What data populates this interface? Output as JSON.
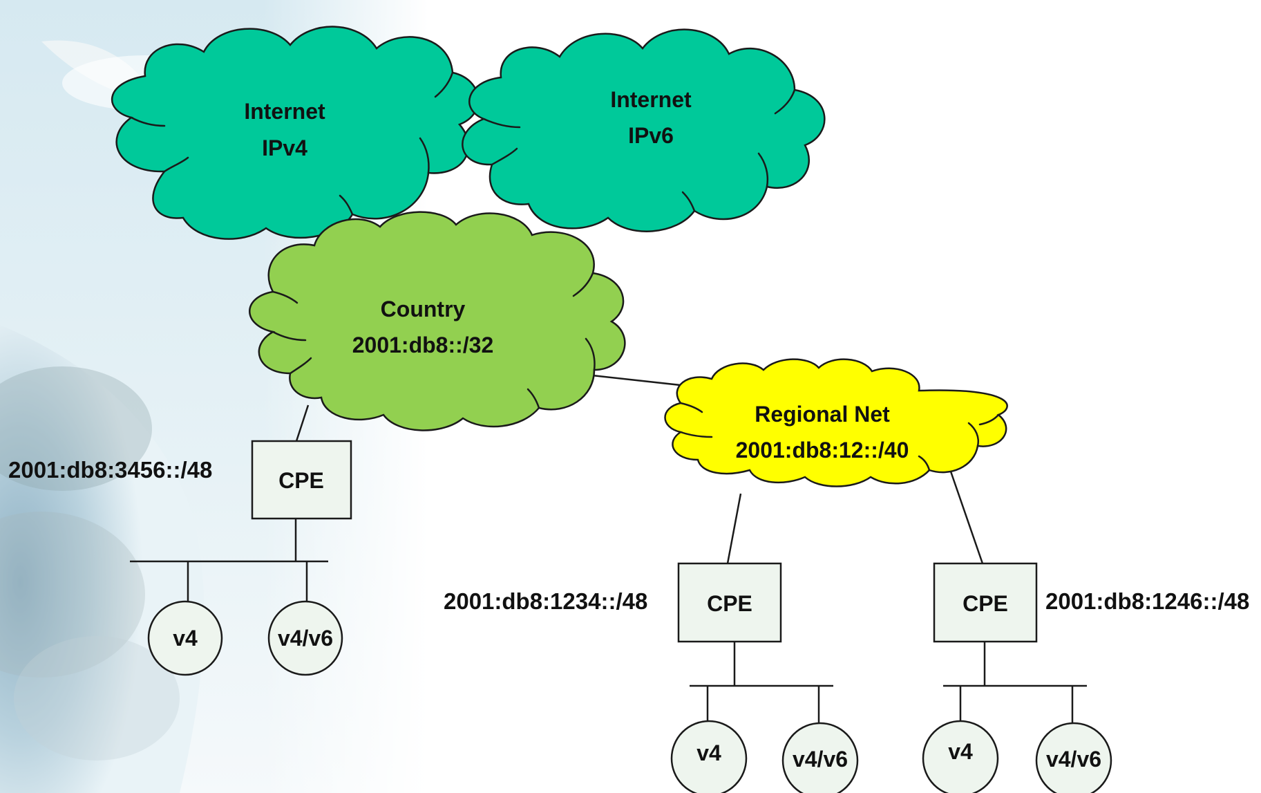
{
  "clouds": {
    "ipv4": {
      "line1": "Internet",
      "line2": "IPv4",
      "color": "#00c99a"
    },
    "ipv6": {
      "line1": "Internet",
      "line2": "IPv6",
      "color": "#00c99a"
    },
    "country": {
      "line1": "Country",
      "line2": "2001:db8::/32",
      "color": "#92d050"
    },
    "regional": {
      "line1": "Regional Net",
      "line2": "2001:db8:12::/40",
      "color": "#ffff00"
    }
  },
  "cpes": {
    "left": {
      "label": "CPE",
      "prefix": "2001:db8:3456::/48"
    },
    "middle": {
      "label": "CPE",
      "prefix": "2001:db8:1234::/48"
    },
    "right": {
      "label": "CPE",
      "prefix": "2001:db8:1246::/48"
    }
  },
  "hosts": {
    "left_a": "v4",
    "left_b": "v4/v6",
    "middle_a": "v4",
    "middle_b": "v4/v6",
    "right_a": "v4",
    "right_b": "v4/v6"
  },
  "colors": {
    "node_fill": "#eef5ee",
    "background_sky": "#cfe6ef"
  }
}
